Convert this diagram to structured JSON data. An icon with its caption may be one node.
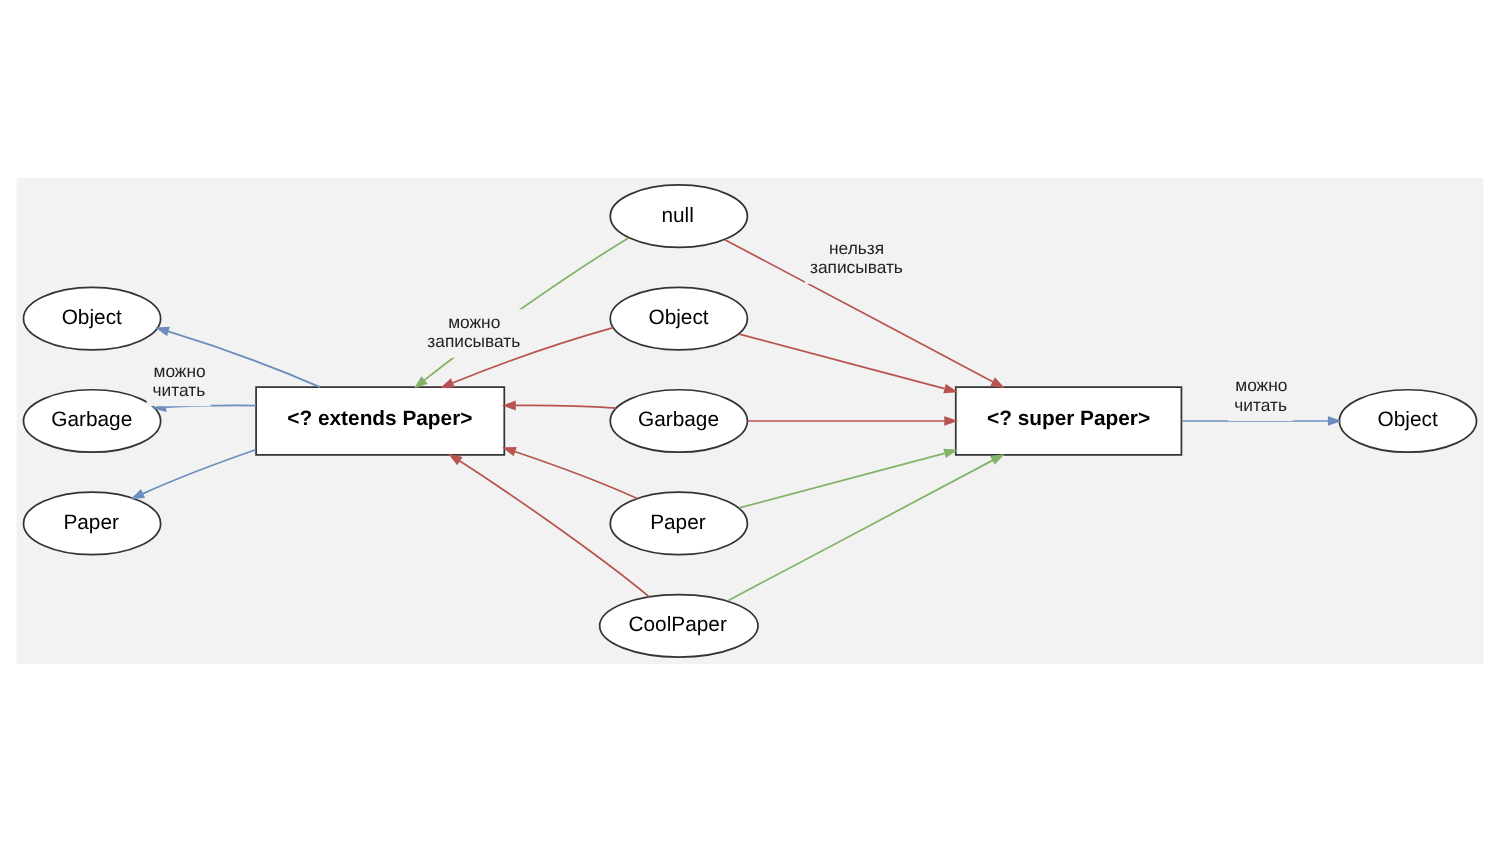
{
  "diagram": {
    "nodes": [
      {
        "text": [
          "Object"
        ]
      },
      {
        "text": [
          "Garbage"
        ]
      },
      {
        "text": [
          "Paper"
        ]
      },
      {
        "text": [
          "<? extends Paper>"
        ]
      },
      {
        "text": [
          "null"
        ]
      },
      {
        "text": [
          "Object"
        ]
      },
      {
        "text": [
          "Garbage"
        ]
      },
      {
        "text": [
          "Paper"
        ]
      },
      {
        "text": [
          "CoolPaper"
        ]
      },
      {
        "text": [
          "<? super Paper>"
        ]
      },
      {
        "text": [
          "Object"
        ]
      }
    ],
    "edges": [
      {
        "from": 3,
        "to": 0,
        "arrow": "to",
        "color": "#6c8ebf"
      },
      {
        "from": 3,
        "to": 1,
        "arrow": "to",
        "label": "можно читать",
        "color": "#6c8ebf"
      },
      {
        "from": 3,
        "to": 2,
        "arrow": "to",
        "color": "#6c8ebf"
      },
      {
        "from": 4,
        "to": 3,
        "arrow": "to",
        "label": "можно записывать",
        "color": "#82b366"
      },
      {
        "from": 4,
        "to": 9,
        "arrow": "to",
        "label": "нельзя записывать"
      },
      {
        "from": 5,
        "to": 3,
        "arrow": "to"
      },
      {
        "from": 5,
        "to": 9,
        "arrow": "to"
      },
      {
        "from": 6,
        "to": 3,
        "arrow": "to"
      },
      {
        "from": 6,
        "to": 9,
        "arrow": "to"
      },
      {
        "from": 7,
        "to": 3,
        "arrow": "to"
      },
      {
        "from": 7,
        "to": 9,
        "arrow": "to",
        "color": "#82b366"
      },
      {
        "from": 8,
        "to": 3,
        "arrow": "to"
      },
      {
        "from": 8,
        "to": 9,
        "arrow": "to",
        "color": "#82b366"
      },
      {
        "from": 9,
        "to": 10,
        "arrow": "to",
        "label": "можно читать",
        "color": "#6c8ebf"
      }
    ]
  }
}
